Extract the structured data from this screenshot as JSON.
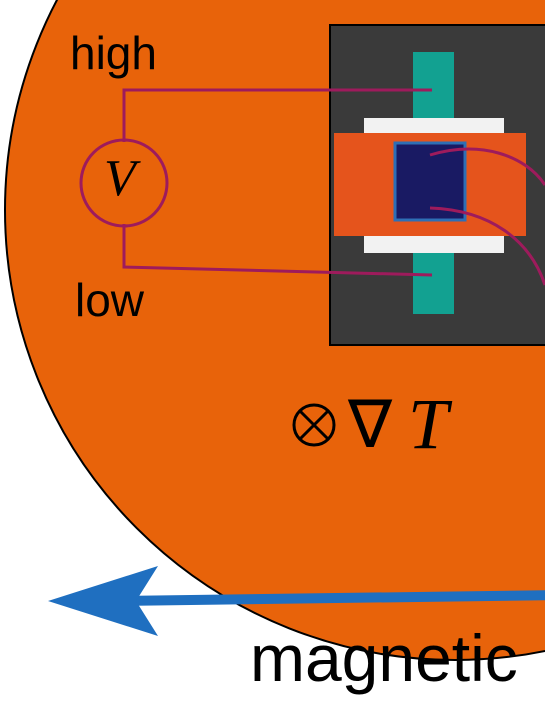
{
  "labels": {
    "high": "high",
    "low": "low",
    "voltmeter": "V",
    "gradient_symbol": "∇",
    "temperature": "T",
    "magnetic": "magnetic"
  },
  "icons": {
    "into_page": "circled-x-icon",
    "arrow": "arrow-left-icon"
  },
  "colors": {
    "disk": "#E8630A",
    "chip_background": "#3A3A3A",
    "teal_bar": "#12A191",
    "contact_pad": "#F2F2F2",
    "orange_block": "#E5541C",
    "sample": "#191A63",
    "wire": "#9E1B5C",
    "arrow": "#1F6FC0",
    "outline": "#000000"
  }
}
